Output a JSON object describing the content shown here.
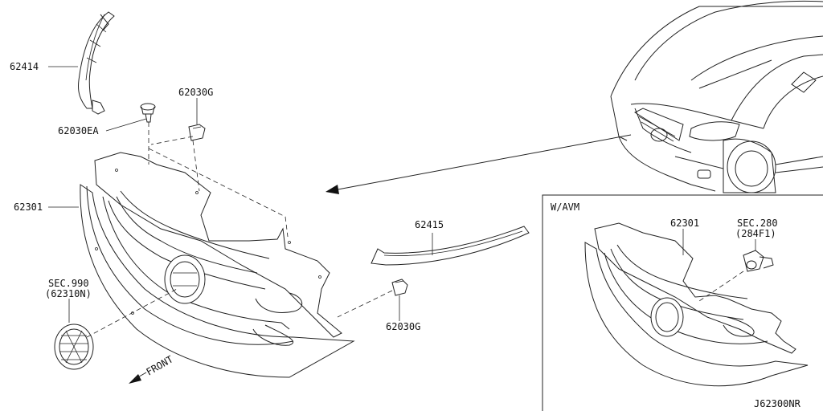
{
  "parts": {
    "p62414": "62414",
    "p62030EA": "62030EA",
    "p62030G_top": "62030G",
    "p62301_main": "62301",
    "sec990_line1": "SEC.990",
    "sec990_line2": "(62310N)",
    "p62415": "62415",
    "p62030G_bottom": "62030G",
    "p62301_inset": "62301",
    "sec280_line1": "SEC.280",
    "sec280_line2": "(284F1)"
  },
  "front_label": "FRONT",
  "inset": {
    "title": "W/AVM"
  },
  "diagram_code": "J62300NR"
}
